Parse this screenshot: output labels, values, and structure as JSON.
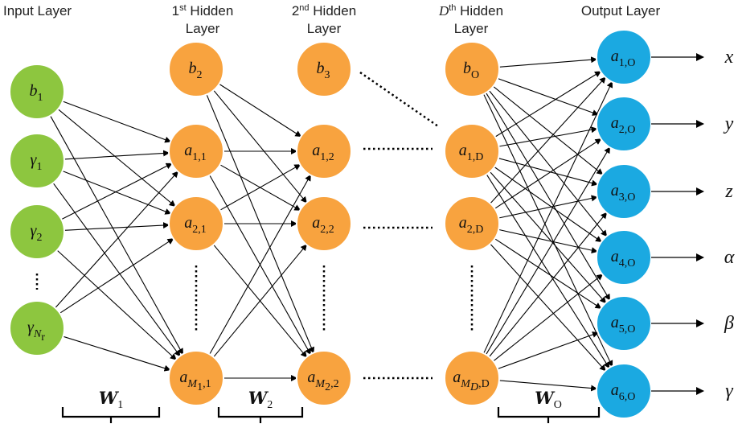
{
  "layer_titles": {
    "input": "Input Layer",
    "hidden1_sup": "st",
    "hidden1_rest": " Hidden",
    "hidden1_num": "1",
    "hidden1_line2": "Layer",
    "hidden2_num": "2",
    "hidden2_sup": "nd",
    "hidden2_rest": " Hidden",
    "hidden2_line2": "Layer",
    "hiddenD_num": "D",
    "hiddenD_sup": "th",
    "hiddenD_rest": " Hidden",
    "hiddenD_line2": "Layer",
    "output": "Output Layer"
  },
  "input_nodes": [
    {
      "base": "b",
      "sub": "1"
    },
    {
      "base": "γ",
      "sub": "1"
    },
    {
      "base": "γ",
      "sub": "2"
    },
    {
      "base": "γ",
      "sub": "N",
      "subsub": "r"
    }
  ],
  "hidden1_nodes": [
    {
      "base": "b",
      "sub": "2"
    },
    {
      "base": "a",
      "sub": "1,1"
    },
    {
      "base": "a",
      "sub": "2,1"
    },
    {
      "base": "a",
      "sub": "M",
      "subsub": "1",
      "tail": ",1"
    }
  ],
  "hidden2_nodes": [
    {
      "base": "b",
      "sub": "3"
    },
    {
      "base": "a",
      "sub": "1,2"
    },
    {
      "base": "a",
      "sub": "2,2"
    },
    {
      "base": "a",
      "sub": "M",
      "subsub": "2",
      "tail": ",2"
    }
  ],
  "hiddenD_nodes": [
    {
      "base": "b",
      "sub": "O"
    },
    {
      "base": "a",
      "sub": "1,D"
    },
    {
      "base": "a",
      "sub": "2,D"
    },
    {
      "base": "a",
      "sub": "M",
      "subsub": "D",
      "tail": ",D"
    }
  ],
  "output_nodes": [
    {
      "base": "a",
      "sub": "1,O"
    },
    {
      "base": "a",
      "sub": "2,O"
    },
    {
      "base": "a",
      "sub": "3,O"
    },
    {
      "base": "a",
      "sub": "4,O"
    },
    {
      "base": "a",
      "sub": "5,O"
    },
    {
      "base": "a",
      "sub": "6,O"
    }
  ],
  "outputs": [
    "x",
    "y",
    "z",
    "α",
    "β",
    "γ"
  ],
  "weights": [
    {
      "base": "W",
      "sub": "1"
    },
    {
      "base": "W",
      "sub": "2"
    },
    {
      "base": "W",
      "sub": "O"
    }
  ],
  "colors": {
    "input": "#8dc63f",
    "hidden": "#f8a33f",
    "output": "#1ba9e1",
    "node_stroke": "#ffffff",
    "edge": "#000000"
  }
}
